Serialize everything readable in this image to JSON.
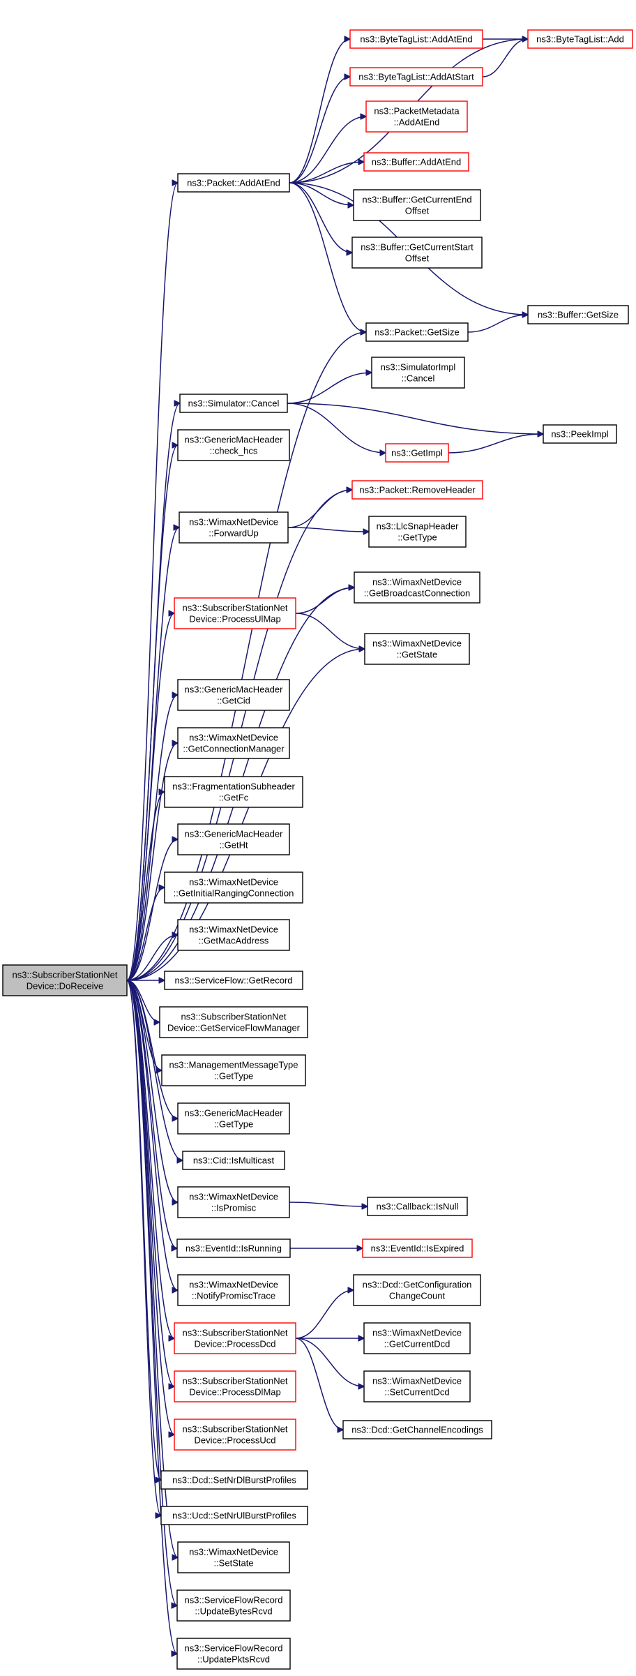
{
  "nodes": [
    {
      "id": "root",
      "lines": [
        "ns3::SubscriberStationNet",
        "Device::DoReceive"
      ],
      "kind": "root"
    },
    {
      "id": "packet_addatend",
      "lines": [
        "ns3::Packet::AddAtEnd"
      ],
      "kind": "normal"
    },
    {
      "id": "btl_addatend",
      "lines": [
        "ns3::ByteTagList::AddAtEnd"
      ],
      "kind": "truncated"
    },
    {
      "id": "btl_add",
      "lines": [
        "ns3::ByteTagList::Add"
      ],
      "kind": "truncated"
    },
    {
      "id": "btl_addatstart",
      "lines": [
        "ns3::ByteTagList::AddAtStart"
      ],
      "kind": "truncated"
    },
    {
      "id": "pm_addatend",
      "lines": [
        "ns3::PacketMetadata",
        "::AddAtEnd"
      ],
      "kind": "truncated"
    },
    {
      "id": "buf_addatend",
      "lines": [
        "ns3::Buffer::AddAtEnd"
      ],
      "kind": "truncated"
    },
    {
      "id": "buf_curend",
      "lines": [
        "ns3::Buffer::GetCurrentEnd",
        "Offset"
      ],
      "kind": "normal"
    },
    {
      "id": "buf_curstart",
      "lines": [
        "ns3::Buffer::GetCurrentStart",
        "Offset"
      ],
      "kind": "normal"
    },
    {
      "id": "packet_getsize",
      "lines": [
        "ns3::Packet::GetSize"
      ],
      "kind": "normal"
    },
    {
      "id": "buf_getsize",
      "lines": [
        "ns3::Buffer::GetSize"
      ],
      "kind": "normal"
    },
    {
      "id": "sim_cancel",
      "lines": [
        "ns3::Simulator::Cancel"
      ],
      "kind": "normal"
    },
    {
      "id": "simimpl_cancel",
      "lines": [
        "ns3::SimulatorImpl",
        "::Cancel"
      ],
      "kind": "normal"
    },
    {
      "id": "peekimpl",
      "lines": [
        "ns3::PeekImpl"
      ],
      "kind": "normal"
    },
    {
      "id": "getimpl",
      "lines": [
        "ns3::GetImpl"
      ],
      "kind": "truncated"
    },
    {
      "id": "gmh_checkhcs",
      "lines": [
        "ns3::GenericMacHeader",
        "::check_hcs"
      ],
      "kind": "normal"
    },
    {
      "id": "packet_removeheader",
      "lines": [
        "ns3::Packet::RemoveHeader"
      ],
      "kind": "truncated"
    },
    {
      "id": "wnd_forwardup",
      "lines": [
        "ns3::WimaxNetDevice",
        "::ForwardUp"
      ],
      "kind": "normal"
    },
    {
      "id": "llc_gettype",
      "lines": [
        "ns3::LlcSnapHeader",
        "::GetType"
      ],
      "kind": "normal"
    },
    {
      "id": "wnd_getbroadcast",
      "lines": [
        "ns3::WimaxNetDevice",
        "::GetBroadcastConnection"
      ],
      "kind": "normal"
    },
    {
      "id": "ssnd_processulmap",
      "lines": [
        "ns3::SubscriberStationNet",
        "Device::ProcessUlMap"
      ],
      "kind": "truncated"
    },
    {
      "id": "wnd_getstate",
      "lines": [
        "ns3::WimaxNetDevice",
        "::GetState"
      ],
      "kind": "normal"
    },
    {
      "id": "gmh_getcid",
      "lines": [
        "ns3::GenericMacHeader",
        "::GetCid"
      ],
      "kind": "normal"
    },
    {
      "id": "wnd_getconnmgr",
      "lines": [
        "ns3::WimaxNetDevice",
        "::GetConnectionManager"
      ],
      "kind": "normal"
    },
    {
      "id": "frag_getfc",
      "lines": [
        "ns3::FragmentationSubheader",
        "::GetFc"
      ],
      "kind": "normal"
    },
    {
      "id": "gmh_getht",
      "lines": [
        "ns3::GenericMacHeader",
        "::GetHt"
      ],
      "kind": "normal"
    },
    {
      "id": "wnd_getinitranging",
      "lines": [
        "ns3::WimaxNetDevice",
        "::GetInitialRangingConnection"
      ],
      "kind": "normal"
    },
    {
      "id": "wnd_getmac",
      "lines": [
        "ns3::WimaxNetDevice",
        "::GetMacAddress"
      ],
      "kind": "normal"
    },
    {
      "id": "sf_getrecord",
      "lines": [
        "ns3::ServiceFlow::GetRecord"
      ],
      "kind": "normal"
    },
    {
      "id": "ssnd_getsfmgr",
      "lines": [
        "ns3::SubscriberStationNet",
        "Device::GetServiceFlowManager"
      ],
      "kind": "normal"
    },
    {
      "id": "mmt_gettype",
      "lines": [
        "ns3::ManagementMessageType",
        "::GetType"
      ],
      "kind": "normal"
    },
    {
      "id": "gmh_gettype",
      "lines": [
        "ns3::GenericMacHeader",
        "::GetType"
      ],
      "kind": "normal"
    },
    {
      "id": "cid_ismulticast",
      "lines": [
        "ns3::Cid::IsMulticast"
      ],
      "kind": "normal"
    },
    {
      "id": "wnd_ispromisc",
      "lines": [
        "ns3::WimaxNetDevice",
        "::IsPromisc"
      ],
      "kind": "normal"
    },
    {
      "id": "cb_isnull",
      "lines": [
        "ns3::Callback::IsNull"
      ],
      "kind": "normal"
    },
    {
      "id": "eid_isrunning",
      "lines": [
        "ns3::EventId::IsRunning"
      ],
      "kind": "normal"
    },
    {
      "id": "eid_isexpired",
      "lines": [
        "ns3::EventId::IsExpired"
      ],
      "kind": "truncated"
    },
    {
      "id": "wnd_notifypromisc",
      "lines": [
        "ns3::WimaxNetDevice",
        "::NotifyPromiscTrace"
      ],
      "kind": "normal"
    },
    {
      "id": "dcd_getconfigcc",
      "lines": [
        "ns3::Dcd::GetConfiguration",
        "ChangeCount"
      ],
      "kind": "normal"
    },
    {
      "id": "ssnd_processdcd",
      "lines": [
        "ns3::SubscriberStationNet",
        "Device::ProcessDcd"
      ],
      "kind": "truncated"
    },
    {
      "id": "wnd_getcurrentdcd",
      "lines": [
        "ns3::WimaxNetDevice",
        "::GetCurrentDcd"
      ],
      "kind": "normal"
    },
    {
      "id": "wnd_setcurrentdcd",
      "lines": [
        "ns3::WimaxNetDevice",
        "::SetCurrentDcd"
      ],
      "kind": "normal"
    },
    {
      "id": "dcd_getchannelenc",
      "lines": [
        "ns3::Dcd::GetChannelEncodings"
      ],
      "kind": "normal"
    },
    {
      "id": "ssnd_processdlmap",
      "lines": [
        "ns3::SubscriberStationNet",
        "Device::ProcessDlMap"
      ],
      "kind": "truncated"
    },
    {
      "id": "ssnd_processucd",
      "lines": [
        "ns3::SubscriberStationNet",
        "Device::ProcessUcd"
      ],
      "kind": "truncated"
    },
    {
      "id": "dcd_setnrdl",
      "lines": [
        "ns3::Dcd::SetNrDlBurstProfiles"
      ],
      "kind": "normal"
    },
    {
      "id": "ucd_setnrul",
      "lines": [
        "ns3::Ucd::SetNrUlBurstProfiles"
      ],
      "kind": "normal"
    },
    {
      "id": "wnd_setstate",
      "lines": [
        "ns3::WimaxNetDevice",
        "::SetState"
      ],
      "kind": "normal"
    },
    {
      "id": "sfr_updatebytes",
      "lines": [
        "ns3::ServiceFlowRecord",
        "::UpdateBytesRcvd"
      ],
      "kind": "normal"
    },
    {
      "id": "sfr_updatepkts",
      "lines": [
        "ns3::ServiceFlowRecord",
        "::UpdatePktsRcvd"
      ],
      "kind": "normal"
    }
  ],
  "edges": [
    [
      "root",
      "packet_addatend"
    ],
    [
      "root",
      "packet_getsize"
    ],
    [
      "root",
      "sim_cancel"
    ],
    [
      "root",
      "gmh_checkhcs"
    ],
    [
      "root",
      "packet_removeheader"
    ],
    [
      "root",
      "wnd_forwardup"
    ],
    [
      "root",
      "wnd_getbroadcast"
    ],
    [
      "root",
      "ssnd_processulmap"
    ],
    [
      "root",
      "wnd_getstate"
    ],
    [
      "root",
      "gmh_getcid"
    ],
    [
      "root",
      "wnd_getconnmgr"
    ],
    [
      "root",
      "frag_getfc"
    ],
    [
      "root",
      "gmh_getht"
    ],
    [
      "root",
      "wnd_getinitranging"
    ],
    [
      "root",
      "wnd_getmac"
    ],
    [
      "root",
      "sf_getrecord"
    ],
    [
      "root",
      "ssnd_getsfmgr"
    ],
    [
      "root",
      "mmt_gettype"
    ],
    [
      "root",
      "gmh_gettype"
    ],
    [
      "root",
      "cid_ismulticast"
    ],
    [
      "root",
      "wnd_ispromisc"
    ],
    [
      "root",
      "eid_isrunning"
    ],
    [
      "root",
      "wnd_notifypromisc"
    ],
    [
      "root",
      "ssnd_processdcd"
    ],
    [
      "root",
      "ssnd_processdlmap"
    ],
    [
      "root",
      "ssnd_processucd"
    ],
    [
      "root",
      "dcd_setnrdl"
    ],
    [
      "root",
      "ucd_setnrul"
    ],
    [
      "root",
      "wnd_setstate"
    ],
    [
      "root",
      "sfr_updatebytes"
    ],
    [
      "root",
      "sfr_updatepkts"
    ],
    [
      "packet_addatend",
      "btl_addatend"
    ],
    [
      "packet_addatend",
      "btl_add"
    ],
    [
      "packet_addatend",
      "btl_addatstart"
    ],
    [
      "packet_addatend",
      "pm_addatend"
    ],
    [
      "packet_addatend",
      "buf_addatend"
    ],
    [
      "packet_addatend",
      "buf_curend"
    ],
    [
      "packet_addatend",
      "buf_curstart"
    ],
    [
      "packet_addatend",
      "packet_getsize"
    ],
    [
      "packet_addatend",
      "buf_getsize"
    ],
    [
      "btl_addatend",
      "btl_add"
    ],
    [
      "btl_addatstart",
      "btl_add"
    ],
    [
      "packet_getsize",
      "buf_getsize"
    ],
    [
      "sim_cancel",
      "simimpl_cancel"
    ],
    [
      "sim_cancel",
      "peekimpl"
    ],
    [
      "sim_cancel",
      "getimpl"
    ],
    [
      "getimpl",
      "peekimpl"
    ],
    [
      "wnd_forwardup",
      "packet_removeheader"
    ],
    [
      "wnd_forwardup",
      "llc_gettype"
    ],
    [
      "ssnd_processulmap",
      "wnd_getbroadcast"
    ],
    [
      "ssnd_processulmap",
      "wnd_getstate"
    ],
    [
      "wnd_ispromisc",
      "cb_isnull"
    ],
    [
      "eid_isrunning",
      "eid_isexpired"
    ],
    [
      "ssnd_processdcd",
      "dcd_getconfigcc"
    ],
    [
      "ssnd_processdcd",
      "wnd_getcurrentdcd"
    ],
    [
      "ssnd_processdcd",
      "wnd_setcurrentdcd"
    ],
    [
      "ssnd_processdcd",
      "dcd_getchannelenc"
    ]
  ],
  "colors": {
    "edge": "#191970",
    "node_border": "#000000",
    "truncated_border": "#ff0000",
    "root_fill": "#bfbfbf"
  }
}
